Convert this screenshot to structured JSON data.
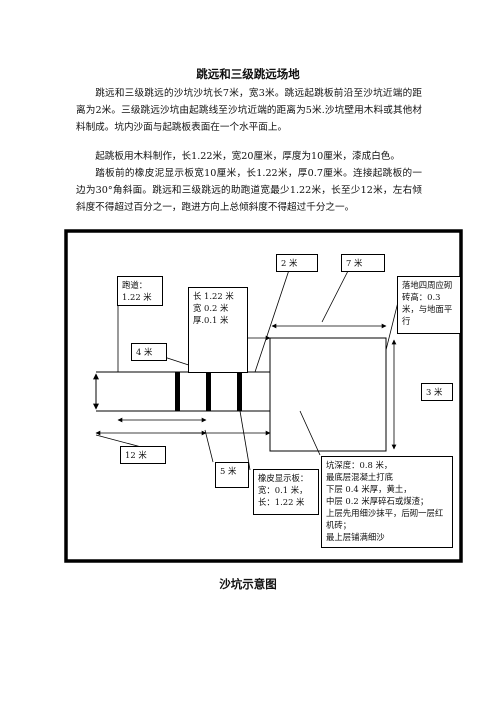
{
  "document": {
    "title": "跳远和三级跳远场地",
    "paragraphs": [
      "跳远和三级跳远的沙坑沙坑长7米，宽3米。跳远起跳板前沿至沙坑近端的距离为2米。三级跳远沙坑由起跳线至沙坑近端的距离为5米.沙坑壁用木料或其他材料制成。坑内沙面与起跳板表面在一个水平面上。",
      "起跳板用木料制作，长1.22米，宽20厘米，厚度为10厘米，漆成白色。",
      "踏板前的橡皮泥显示板宽10厘米，长1.22米，厚0.7厘米。连接起跳板的一边为30°角斜面。跳远和三级跳远的助跑道宽最少1.22米，长至少12米，左右倾斜度不得超过百分之一，跑进方向上总倾斜度不得超过千分之一。"
    ],
    "caption": "沙坑示意图"
  },
  "diagram": {
    "runway_label": "跑道：\n1.22 米",
    "board_label": "长 1.22 米\n宽 0.2 米\n厚.0.1 米",
    "dist_2m": "2 米",
    "pit_len": "7 米",
    "pit_edge_label": "落地四周应砌砖高：0.3米，与地面平行",
    "dist_4m": "4 米",
    "pit_width": "3 米",
    "run_12m": "12 米",
    "dist_5m": "5 米",
    "plasticine_label": "橡皮显示板：\n宽：0.1 米，\n长：1.22 米",
    "pit_depth_label": "坑深度：0.8 米，\n最底层混凝土打底\n下层 0.4 米厚，黄土，\n中层 0.2 米厚碎石或煤渣；\n上层先用细沙抹平，后砌一层红机砖；\n最上层铺满细沙"
  }
}
